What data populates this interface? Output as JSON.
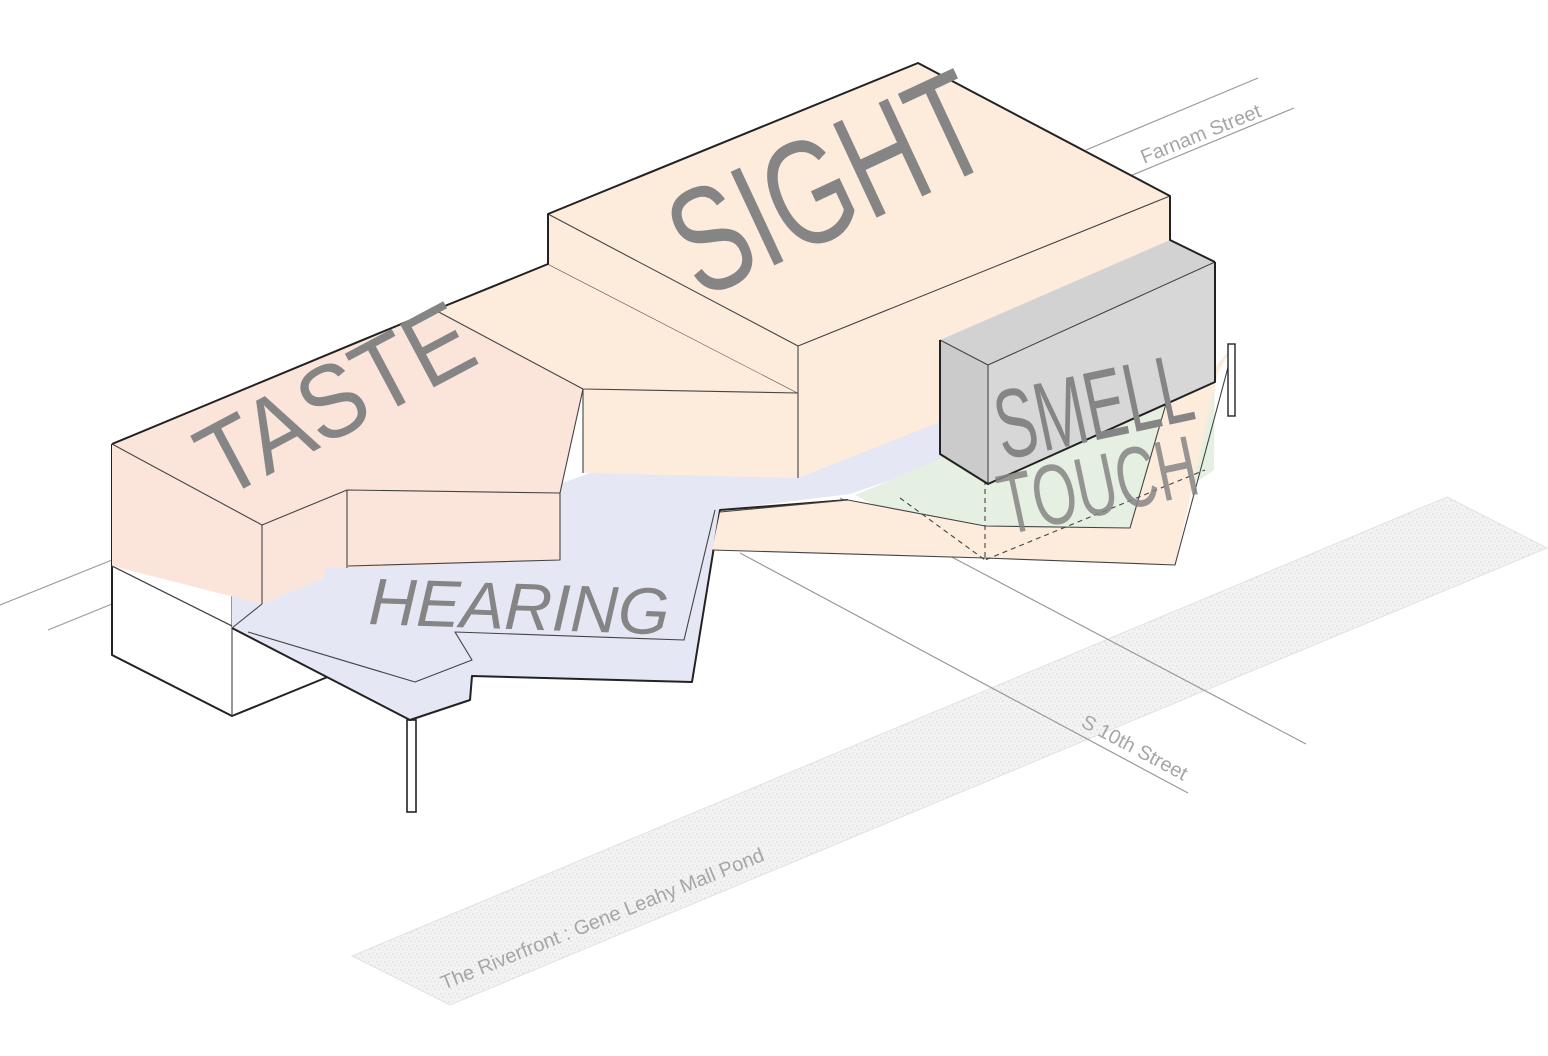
{
  "senses": {
    "taste": "TASTE",
    "sight": "SIGHT",
    "smell": "SMELL",
    "touch": "TOUCH",
    "hearing": "HEARING"
  },
  "streets": {
    "farnam": "Farnam Street",
    "s10th": "S 10th Street",
    "riverfront": "The Riverfront : Gene Leahy Mall Pond"
  },
  "colors": {
    "taste": "#fbe4da",
    "sight": "#fdebdc",
    "smell": "#d4d4d4",
    "touch": "#e6f0e2",
    "hearing": "#e6e7f4",
    "label": "#858585",
    "street_text": "#a6a6a6"
  }
}
